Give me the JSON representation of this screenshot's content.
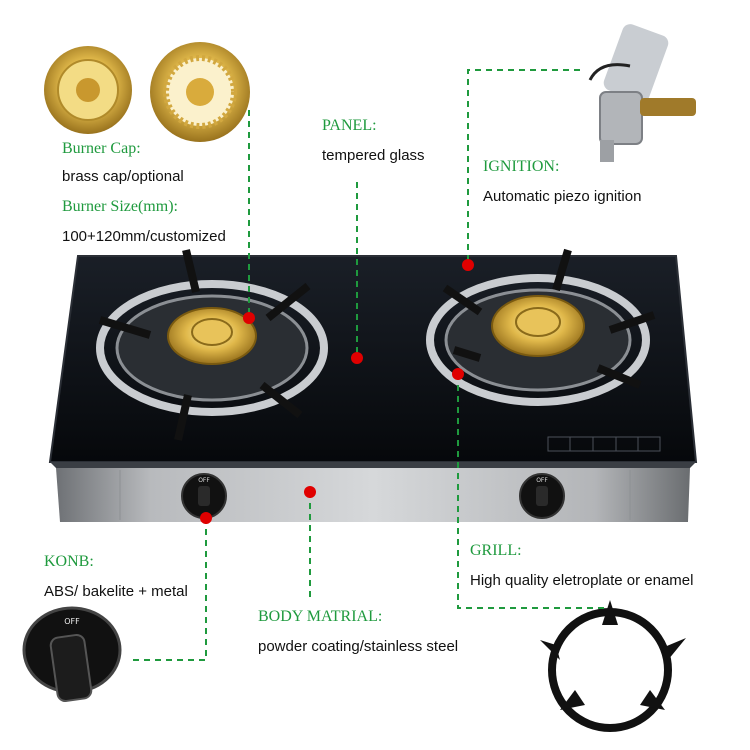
{
  "colors": {
    "label": "#1f9a3e",
    "dashed_line": "#1f9a3e",
    "marker": "#e00000",
    "glass": "#0c0f14",
    "body_steel": "#a9abae",
    "brass": "#c9a23a"
  },
  "callouts": {
    "burner_cap": {
      "label": "Burner Cap:",
      "value": "brass cap/optional"
    },
    "burner_size": {
      "label": "Burner Size(mm):",
      "value": "100+120mm/customized"
    },
    "panel": {
      "label": "PANEL:",
      "value": "tempered glass"
    },
    "ignition": {
      "label": "IGNITION:",
      "value": "Automatic piezo ignition"
    },
    "knob": {
      "label": "KONB:",
      "value": "ABS/ bakelite + metal"
    },
    "body": {
      "label": "BODY MATRIAL:",
      "value": "powder coating/stainless steel"
    },
    "grill": {
      "label": "GRILL:",
      "value": "High quality eletroplate or enamel"
    }
  },
  "knob_text": {
    "left": "OFF",
    "right": "OFF",
    "knob_photo": "OFF"
  }
}
